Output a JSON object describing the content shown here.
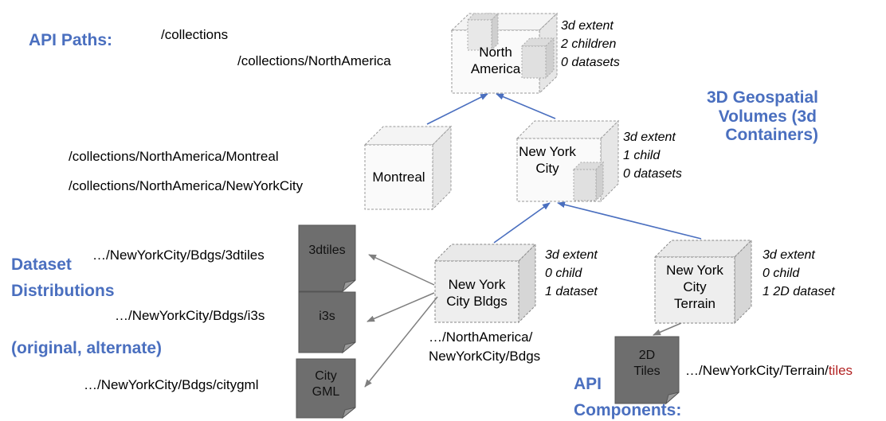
{
  "headings": {
    "api_paths": "API Paths:",
    "volumes": [
      "3D Geospatial",
      "Volumes (3d",
      "Containers)"
    ],
    "distributions": [
      "Dataset",
      "Distributions"
    ],
    "original_alternate": "(original, alternate)",
    "components": [
      "API",
      "Components:"
    ]
  },
  "paths": {
    "collections": "/collections",
    "north_america": "/collections/NorthAmerica",
    "montreal": "/collections/NorthAmerica/Montreal",
    "new_york_city": "/collections/NorthAmerica/NewYorkCity",
    "bdgs_3dtiles": "…/NewYorkCity/Bdgs/3dtiles",
    "bdgs_i3s": "…/NewYorkCity/Bdgs/i3s",
    "bdgs_citygml": "…/NewYorkCity/Bdgs/citygml",
    "bdgs_full": [
      "…/NorthAmerica/",
      "NewYorkCity/Bdgs"
    ],
    "terrain_prefix": "…/NewYorkCity/Terrain/",
    "terrain_suffix": "tiles"
  },
  "cubes": {
    "north_america": {
      "label": [
        "North",
        "America"
      ],
      "info": [
        "3d extent",
        "2 children",
        "0 datasets"
      ]
    },
    "montreal": {
      "label": [
        "Montreal"
      ]
    },
    "new_york_city": {
      "label": [
        "New York",
        "City"
      ],
      "info": [
        "3d extent",
        "1 child",
        "0 datasets"
      ]
    },
    "nyc_bldgs": {
      "label": [
        "New York",
        "City Bldgs"
      ],
      "info": [
        "3d extent",
        "0 child",
        "1 dataset"
      ]
    },
    "nyc_terrain": {
      "label": [
        "New York",
        "City",
        "Terrain"
      ],
      "info": [
        "3d extent",
        "0 child",
        "1 2D dataset"
      ]
    }
  },
  "docs": {
    "tiles3d": [
      "3dtiles"
    ],
    "i3s": [
      "i3s"
    ],
    "citygml": [
      "City",
      "GML"
    ],
    "tiles2d": [
      "2D",
      "Tiles"
    ]
  },
  "colors": {
    "heading_blue": "#4a6fbf",
    "arrow_blue": "#4a6fbf",
    "arrow_gray": "#7f7f7f",
    "doc_fill": "#6e6e6e",
    "tiles_red": "#b22222"
  }
}
